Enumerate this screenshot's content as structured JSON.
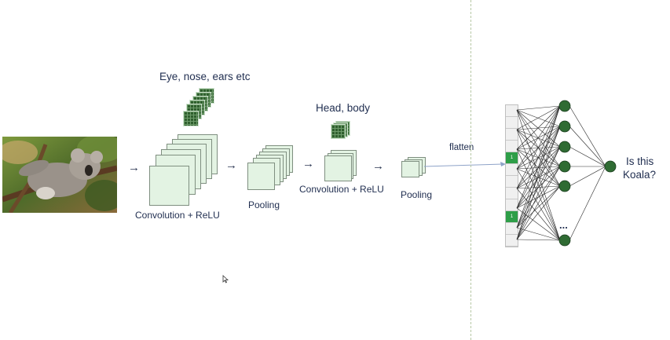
{
  "labels": {
    "features_low": "Eye, nose, ears etc",
    "features_high": "Head, body",
    "conv1": "Convolution + ReLU",
    "pool1": "Pooling",
    "conv2": "Convolution + ReLU",
    "pool2": "Pooling",
    "flatten": "flatten",
    "question_line1": "Is this",
    "question_line2": "Koala?",
    "ellipsis": "...",
    "active_cell_value": "1"
  },
  "colors": {
    "feature_map_fill": "#e3f3e3",
    "kernel_fill": "#2f5f2e",
    "neuron_fill": "#2f6b33",
    "active_cell": "#2e9e48",
    "divider": "#b7c8a5"
  },
  "icons": {
    "arrow": "→",
    "cursor": "mouse-pointer-icon"
  }
}
